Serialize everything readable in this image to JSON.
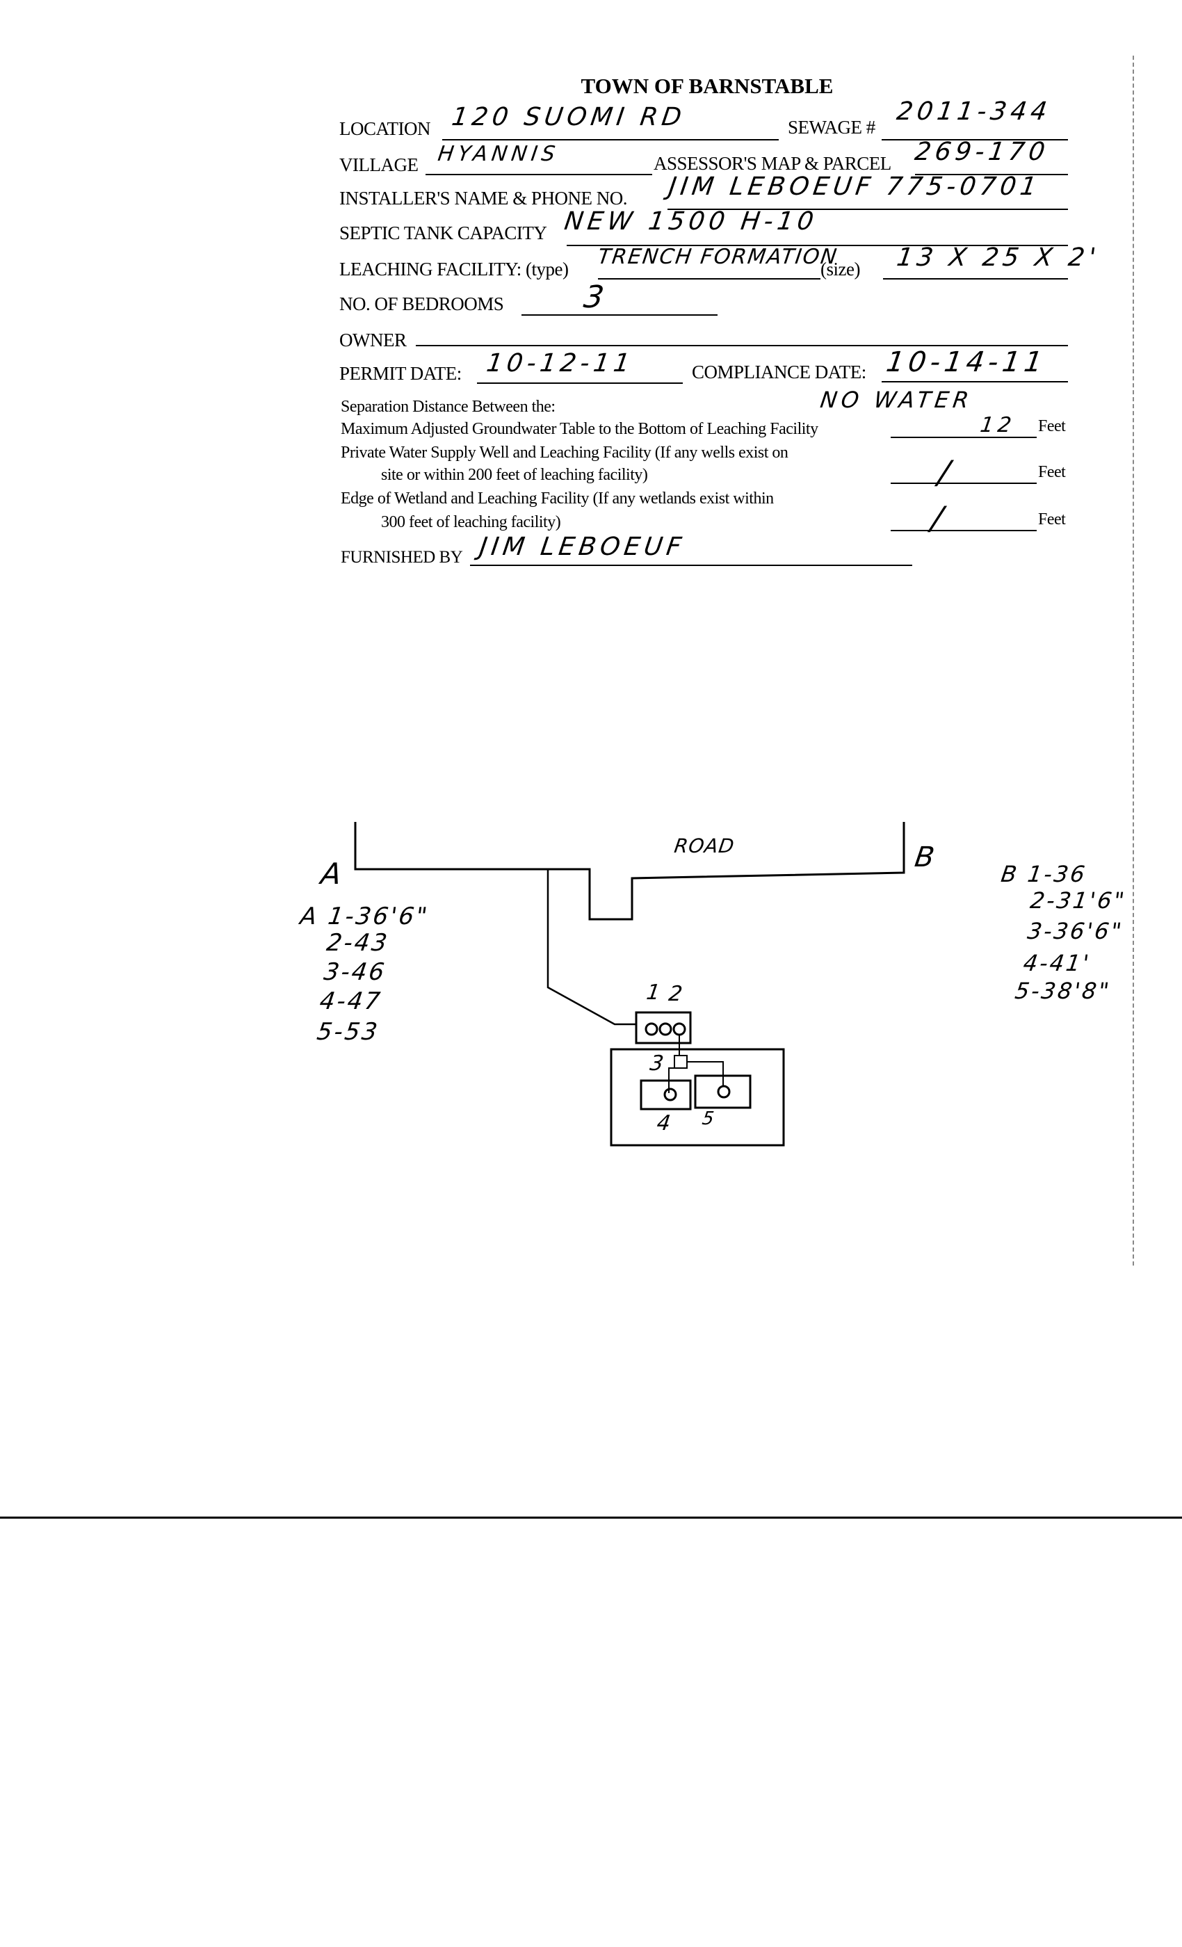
{
  "form": {
    "title": "TOWN OF BARNSTABLE",
    "location_label": "LOCATION",
    "location_value": "120 SUOMI RD",
    "sewage_label": "SEWAGE #",
    "sewage_value": "2011-344",
    "village_label": "VILLAGE",
    "village_value": "HYANNIS",
    "parcel_label": "ASSESSOR'S MAP & PARCEL",
    "parcel_value": "269-170",
    "installer_label": "INSTALLER'S NAME & PHONE NO.",
    "installer_value": "JIM LEBOEUF 775-0701",
    "septic_label": "SEPTIC TANK CAPACITY",
    "septic_value": "NEW 1500 H-10",
    "leaching_label": "LEACHING FACILITY: (type)",
    "leaching_type_value": "TRENCH FORMATION",
    "size_label": "(size)",
    "size_value": "13 X 25 X 2'",
    "bedrooms_label": "NO. OF BEDROOMS",
    "bedrooms_value": "3",
    "owner_label": "OWNER",
    "owner_value": "",
    "permit_label": "PERMIT DATE:",
    "permit_value": "10-12-11",
    "compliance_label": "COMPLIANCE DATE:",
    "compliance_value": "10-14-11",
    "separation_heading": "Separation Distance Between the:",
    "separation_note": "NO WATER",
    "groundwater_label": "Maximum Adjusted Groundwater Table to the Bottom of Leaching Facility",
    "groundwater_value": "12",
    "well_label_1": "Private Water Supply Well and Leaching Facility (If any wells exist on",
    "well_label_2": "site or within 200 feet of leaching facility)",
    "well_value": "/",
    "wetland_label_1": "Edge of Wetland and Leaching Facility (If any wetlands exist within",
    "wetland_label_2": "300 feet of leaching facility)",
    "wetland_value": "/",
    "feet_unit": "Feet",
    "furnished_label": "FURNISHED BY",
    "furnished_value": "JIM LEBOEUF"
  },
  "sketch": {
    "road_label": "ROAD",
    "point_a": "A",
    "point_b": "B",
    "a_measurements": [
      "A 1-36'6\"",
      "2-43",
      "3-46",
      "4-47",
      "5-53"
    ],
    "b_measurements": [
      "B 1-36",
      "2-31'6\"",
      "3-36'6\"",
      "4-41'",
      "5-38'8\""
    ],
    "component_labels": [
      "1",
      "2",
      "3",
      "4",
      "5"
    ]
  }
}
